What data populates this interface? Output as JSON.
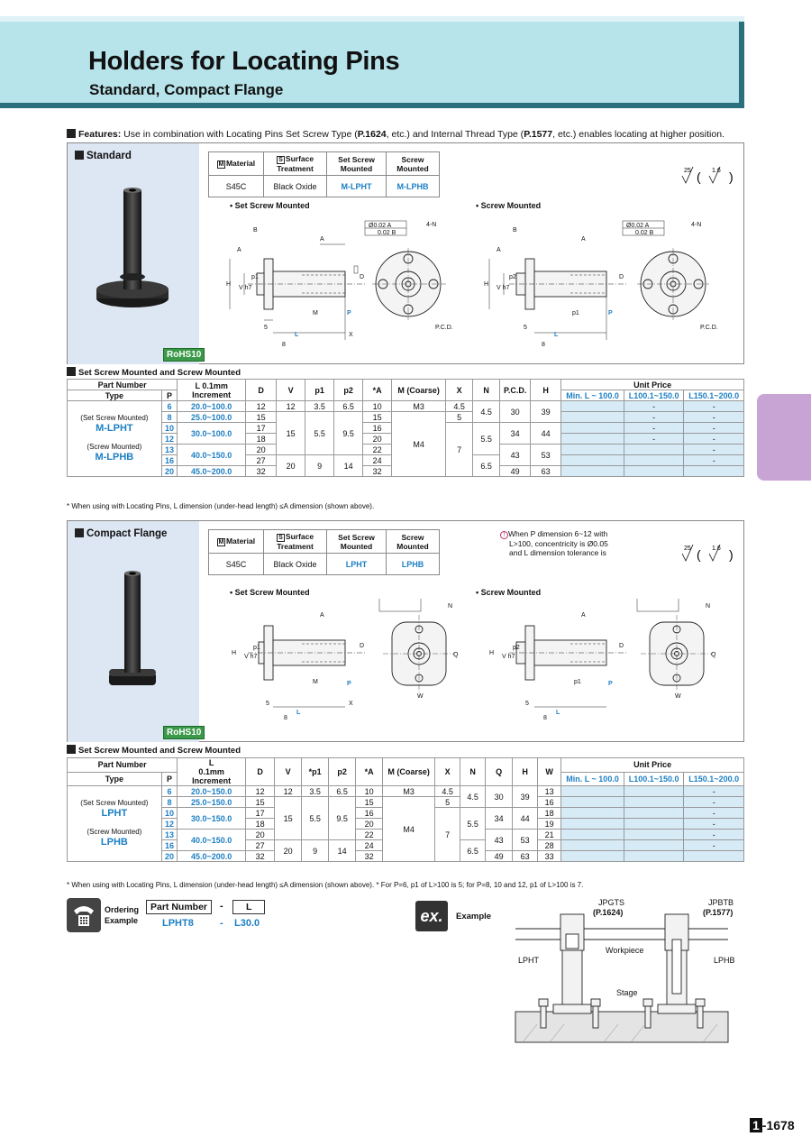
{
  "header": {
    "title": "Holders for Locating Pins",
    "subtitle": "Standard, Compact Flange"
  },
  "features": {
    "label": "Features:",
    "text_a": " Use in combination with Locating Pins Set Screw Type (",
    "ref1": "P.1624",
    "text_b": ", etc.) and Internal Thread Type (",
    "ref2": "P.1577",
    "text_c": ", etc.) enables locating at higher position."
  },
  "standard": {
    "label": "Standard",
    "rohs": "RoHS10",
    "material_headers": {
      "m": "M",
      "material": "Material",
      "s": "S",
      "surface": "Surface Treatment",
      "set": "Set Screw Mounted",
      "screw": "Screw Mounted"
    },
    "material": "S45C",
    "surface": "Black Oxide",
    "code_set": "M-LPHT",
    "code_screw": "M-LPHB",
    "roughness_a": "25",
    "roughness_b": "1.6",
    "drawing_set": "• Set Screw Mounted",
    "drawing_screw": "• Screw Mounted",
    "table_label": "Set Screw Mounted and Screw Mounted",
    "note": "* When using with Locating Pins, L dimension (under-head length) ≤A dimension (shown above)."
  },
  "compact": {
    "label": "Compact Flange",
    "rohs": "RoHS10",
    "material": "S45C",
    "surface": "Black Oxide",
    "code_set": "LPHT",
    "code_screw": "LPHB",
    "roughness_a": "25",
    "roughness_b": "1.6",
    "notice_line1": "When P dimension 6~12 with",
    "notice_line2": "L>100, concentricity is Ø0.05",
    "notice_line3": "and L dimension tolerance is",
    "drawing_set": "• Set Screw Mounted",
    "drawing_screw": "• Screw Mounted",
    "table_label": "Set Screw Mounted and Screw Mounted",
    "note": "* When using with Locating Pins, L dimension (under-head length) ≤A dimension (shown above). * For P=6, p1 of L>100 is 5; for P=8, 10 and 12, p1 of L>100 is 7."
  },
  "table1": {
    "headers": [
      "Part Number",
      "L 0.1mm Increment",
      "D",
      "V",
      "p1",
      "p2",
      "*A",
      "M (Coarse)",
      "X",
      "N",
      "P.C.D.",
      "H",
      "Unit Price"
    ],
    "sub_headers": [
      "Type",
      "P"
    ],
    "price_headers": [
      "Min. L ~ 100.0",
      "L100.1~150.0",
      "L150.1~200.0"
    ],
    "type_set_small": "(Set Screw Mounted)",
    "type_set": "M-LPHT",
    "type_screw_small": "(Screw Mounted)",
    "type_screw": "M-LPHB",
    "rows": [
      {
        "P": "6",
        "L": "20.0~100.0",
        "D": "12",
        "A": "10",
        "p150": "-",
        "p200": "-"
      },
      {
        "P": "8",
        "L": "25.0~100.0",
        "D": "15",
        "A": "15",
        "p150": "-",
        "p200": "-"
      },
      {
        "P": "10",
        "L": "30.0~100.0",
        "D": "17",
        "A": "16",
        "p150": "-",
        "p200": "-"
      },
      {
        "P": "12",
        "L": "",
        "D": "18",
        "A": "20",
        "p150": "-",
        "p200": "-"
      },
      {
        "P": "13",
        "L": "40.0~150.0",
        "D": "20",
        "A": "22",
        "p150": "",
        "p200": "-"
      },
      {
        "P": "16",
        "L": "",
        "D": "27",
        "A": "24",
        "p150": "",
        "p200": "-"
      },
      {
        "P": "20",
        "L": "45.0~200.0",
        "D": "32",
        "A": "32",
        "p150": "",
        "p200": ""
      }
    ],
    "groups": {
      "V": [
        "12",
        "15",
        "20"
      ],
      "p1": [
        "3.5",
        "5.5",
        "9"
      ],
      "p2": [
        "6.5",
        "9.5",
        "14"
      ],
      "M": [
        "M3",
        "M4"
      ],
      "X": [
        "4.5",
        "5",
        "7"
      ],
      "N": [
        "4.5",
        "5.5",
        "6.5"
      ],
      "PCD": [
        "30",
        "34",
        "43",
        "49"
      ],
      "H": [
        "39",
        "44",
        "53",
        "63"
      ]
    }
  },
  "table2": {
    "headers": [
      "Part Number",
      "L",
      "0.1mm Increment",
      "D",
      "V",
      "*p1",
      "p2",
      "*A",
      "M (Coarse)",
      "X",
      "N",
      "Q",
      "H",
      "W",
      "Unit Price"
    ],
    "sub_headers": [
      "Type",
      "P"
    ],
    "price_headers": [
      "Min. L ~ 100.0",
      "L100.1~150.0",
      "L150.1~200.0"
    ],
    "type_set_small": "(Set Screw Mounted)",
    "type_set": "LPHT",
    "type_screw_small": "(Screw Mounted)",
    "type_screw": "LPHB",
    "rows": [
      {
        "P": "6",
        "L": "20.0~150.0",
        "D": "12",
        "A": "10",
        "W": "13",
        "p200": "-"
      },
      {
        "P": "8",
        "L": "25.0~150.0",
        "D": "15",
        "A": "15",
        "W": "16",
        "p200": "-"
      },
      {
        "P": "10",
        "L": "30.0~150.0",
        "D": "17",
        "A": "16",
        "W": "18",
        "p200": "-"
      },
      {
        "P": "12",
        "L": "",
        "D": "18",
        "A": "20",
        "W": "19",
        "p200": "-"
      },
      {
        "P": "13",
        "L": "40.0~150.0",
        "D": "20",
        "A": "22",
        "W": "21",
        "p200": "-"
      },
      {
        "P": "16",
        "L": "",
        "D": "27",
        "A": "24",
        "W": "28",
        "p200": "-"
      },
      {
        "P": "20",
        "L": "45.0~200.0",
        "D": "32",
        "A": "32",
        "W": "33",
        "p200": ""
      }
    ],
    "groups": {
      "V": [
        "12",
        "15",
        "20"
      ],
      "p1": [
        "3.5",
        "5.5",
        "9"
      ],
      "p2": [
        "6.5",
        "9.5",
        "14"
      ],
      "M": [
        "M3",
        "M4"
      ],
      "X": [
        "4.5",
        "5",
        "7"
      ],
      "N": [
        "4.5",
        "5.5",
        "6.5"
      ],
      "Q": [
        "30",
        "34",
        "43",
        "49"
      ],
      "H": [
        "39",
        "44",
        "53",
        "63"
      ]
    }
  },
  "ordering": {
    "label": "Ordering Example",
    "part_header": "Part Number",
    "dash": "-",
    "l_header": "L",
    "part_value": "LPHT8",
    "l_value": "L30.0"
  },
  "example": {
    "label": "Example",
    "badge": "ex.",
    "jpgts": "JPGTS",
    "jpgts_ref": "(P.1624)",
    "jpbtb": "JPBTB",
    "jpbtb_ref": "(P.1577)",
    "workpiece": "Workpiece",
    "lpht": "LPHT",
    "lphb": "LPHB",
    "stage": "Stage"
  },
  "page": {
    "chapter": "1",
    "number": "-1678"
  }
}
